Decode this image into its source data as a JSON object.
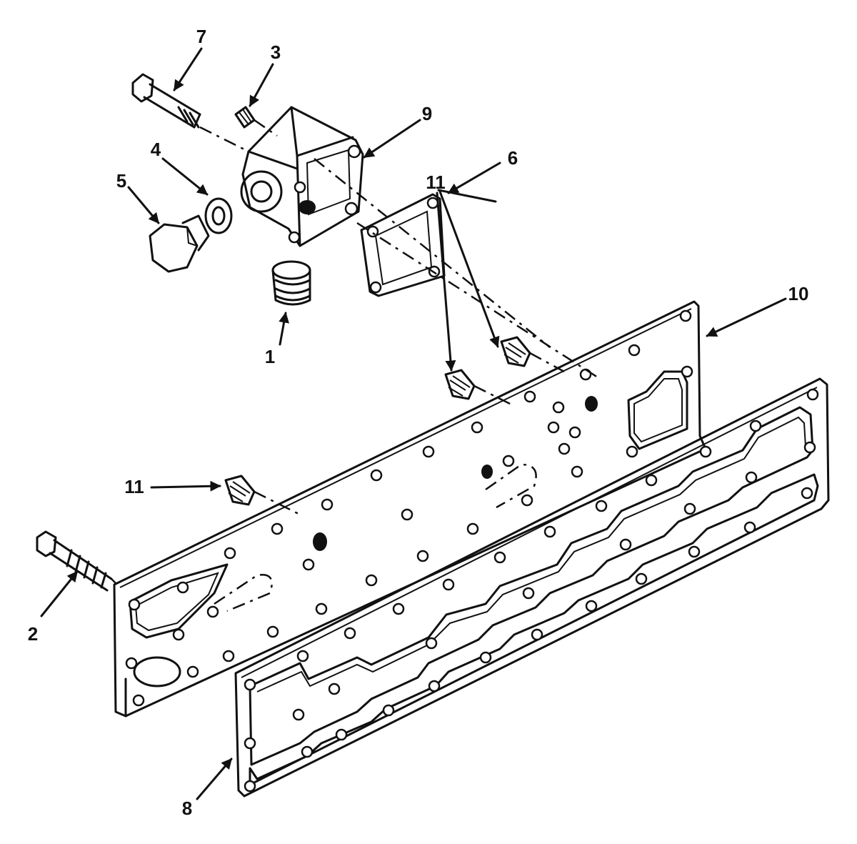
{
  "callouts": {
    "c1": "1",
    "c2": "2",
    "c3": "3",
    "c4": "4",
    "c5": "5",
    "c6": "6",
    "c7": "7",
    "c8": "8",
    "c9": "9",
    "c10": "10",
    "c11a": "11",
    "c11b": "11"
  },
  "colors": {
    "ink": "#111111",
    "paper": "#ffffff"
  }
}
